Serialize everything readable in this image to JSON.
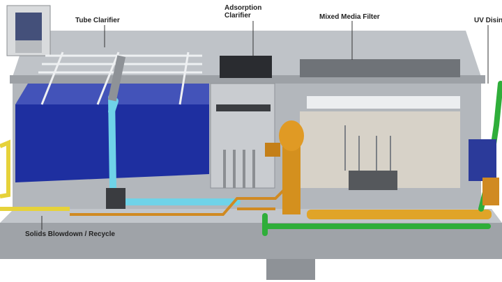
{
  "labels": {
    "tube_clarifier": "Tube Clarifier",
    "adsorption_clarifier_line1": "Adsorption",
    "adsorption_clarifier_line2": "Clarifier",
    "mixed_media_filter": "Mixed Media Filter",
    "uv_disinfection": "UV Disin",
    "solids_blowdown": "Solids Blowdown / Recycle"
  },
  "colors": {
    "tank_gray": "#a9adb3",
    "water_blue": "#1e2fa0",
    "influent_pipe": "#e6d23a",
    "clarifier_pipe": "#6fd3e8",
    "recycle_pipe": "#d08a22",
    "filter_column": "#d4901e",
    "effluent_pipe": "#2fae3a",
    "uv_unit": "#2b3a9a"
  }
}
